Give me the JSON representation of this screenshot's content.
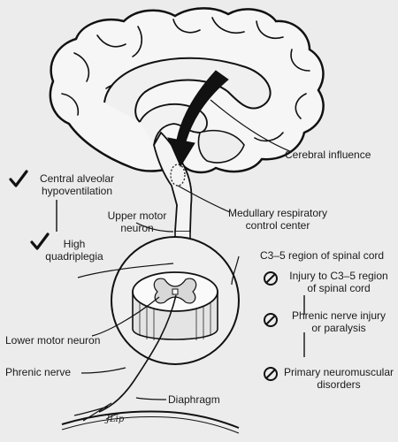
{
  "labels": {
    "cerebral_influence": "Cerebral influence",
    "central_alveolar_line1": "Central alveolar",
    "central_alveolar_line2": "hypoventilation",
    "upper_motor_line1": "Upper motor",
    "upper_motor_line2": "neuron",
    "medullary_line1": "Medullary respiratory",
    "medullary_line2": "control center",
    "high_line1": "High",
    "high_line2": "quadriplegia",
    "c35_region": "C3–5 region of spinal cord",
    "injury_line1": "Injury to C3–5 region",
    "injury_line2": "of spinal cord",
    "lower_motor": "Lower motor neuron",
    "phrenic_injury_line1": "Phrenic nerve injury",
    "phrenic_injury_line2": "or paralysis",
    "phrenic_nerve": "Phrenic nerve",
    "primary_line1": "Primary neuromuscular",
    "primary_line2": "disorders",
    "diaphragm": "Diaphragm",
    "artist_signature": "JLip"
  },
  "markers": {
    "check": "check-icon",
    "prohibited": "prohibited-icon"
  },
  "colors": {
    "background": "#ececec",
    "ink": "#1a1a1a"
  }
}
